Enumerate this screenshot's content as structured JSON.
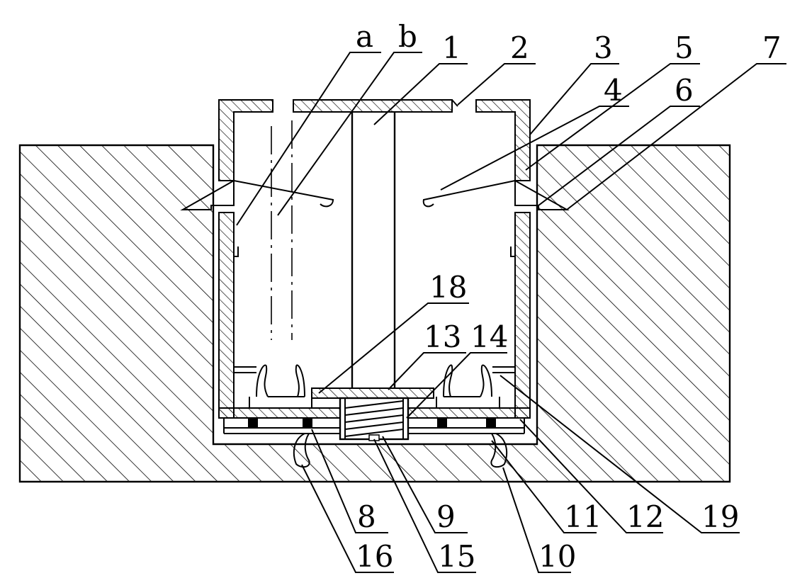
{
  "labels": {
    "a": "a",
    "b": "b",
    "n1": "1",
    "n2": "2",
    "n3": "3",
    "n4": "4",
    "n5": "5",
    "n6": "6",
    "n7": "7",
    "n8": "8",
    "n9": "9",
    "n10": "10",
    "n11": "11",
    "n12": "12",
    "n13": "13",
    "n14": "14",
    "n15": "15",
    "n16": "16",
    "n18": "18",
    "n19": "19"
  },
  "colors": {
    "line": "#000000",
    "background": "#ffffff",
    "seal": "#000000"
  }
}
